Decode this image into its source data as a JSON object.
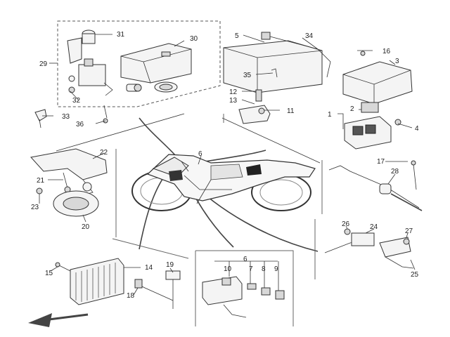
{
  "callouts": {
    "c1": "1",
    "c2": "2",
    "c3": "3",
    "c4": "4",
    "c5": "5",
    "c6": "6",
    "c6b": "6",
    "c7": "7",
    "c8": "8",
    "c9": "9",
    "c10": "10",
    "c11": "11",
    "c12": "12",
    "c13": "13",
    "c14": "14",
    "c15": "15",
    "c16": "16",
    "c17": "17",
    "c18": "18",
    "c19": "19",
    "c20": "20",
    "c21": "21",
    "c22": "22",
    "c23": "23",
    "c24": "24",
    "c25": "25",
    "c26": "26",
    "c27": "27",
    "c28": "28",
    "c29": "29",
    "c30": "30",
    "c31": "31",
    "c32": "32",
    "c33": "33",
    "c34": "34",
    "c35": "35",
    "c36": "36"
  },
  "icons": {
    "direction_arrow": "front-direction-arrow-icon"
  }
}
